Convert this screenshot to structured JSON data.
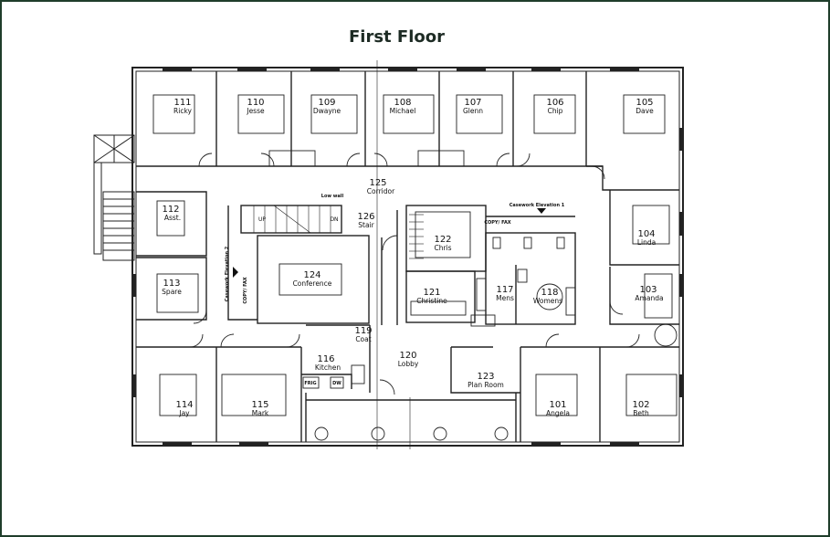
{
  "title": "First Floor",
  "rooms": [
    {
      "key": "r111",
      "number": "111",
      "name": "Ricky"
    },
    {
      "key": "r110",
      "number": "110",
      "name": "Jesse"
    },
    {
      "key": "r109",
      "number": "109",
      "name": "Dwayne"
    },
    {
      "key": "r108",
      "number": "108",
      "name": "Michael"
    },
    {
      "key": "r107",
      "number": "107",
      "name": "Glenn"
    },
    {
      "key": "r106",
      "number": "106",
      "name": "Chip"
    },
    {
      "key": "r105",
      "number": "105",
      "name": "Dave"
    },
    {
      "key": "r125",
      "number": "125",
      "name": "Corridor"
    },
    {
      "key": "r112",
      "number": "112",
      "name": "Asst."
    },
    {
      "key": "r126",
      "number": "126",
      "name": "Stair"
    },
    {
      "key": "r122",
      "number": "122",
      "name": "Chris"
    },
    {
      "key": "r104",
      "number": "104",
      "name": "Linda"
    },
    {
      "key": "r113",
      "number": "113",
      "name": "Spare"
    },
    {
      "key": "r124",
      "number": "124",
      "name": "Conference"
    },
    {
      "key": "r121",
      "number": "121",
      "name": "Christine"
    },
    {
      "key": "r117",
      "number": "117",
      "name": "Mens"
    },
    {
      "key": "r118",
      "number": "118",
      "name": "Womens"
    },
    {
      "key": "r103",
      "number": "103",
      "name": "Amanda"
    },
    {
      "key": "r119",
      "number": "119",
      "name": "Coat"
    },
    {
      "key": "r116",
      "number": "116",
      "name": "Kitchen"
    },
    {
      "key": "r120",
      "number": "120",
      "name": "Lobby"
    },
    {
      "key": "r123",
      "number": "123",
      "name": "Plan Room"
    },
    {
      "key": "r114",
      "number": "114",
      "name": "Jay"
    },
    {
      "key": "r115",
      "number": "115",
      "name": "Mark"
    },
    {
      "key": "r101",
      "number": "101",
      "name": "Angela"
    },
    {
      "key": "r102",
      "number": "102",
      "name": "Beth"
    }
  ],
  "annotations": {
    "casework_1": "Casework Elevation 1",
    "casework_2": "Casework Elevation 2",
    "low_wall": "Low wall",
    "up": "UP",
    "dn": "DN",
    "copy_fax": "COPY/ FAX",
    "copy_fax_2": "COPY/ FAX",
    "frig": "FRIG",
    "dw": "DW"
  }
}
